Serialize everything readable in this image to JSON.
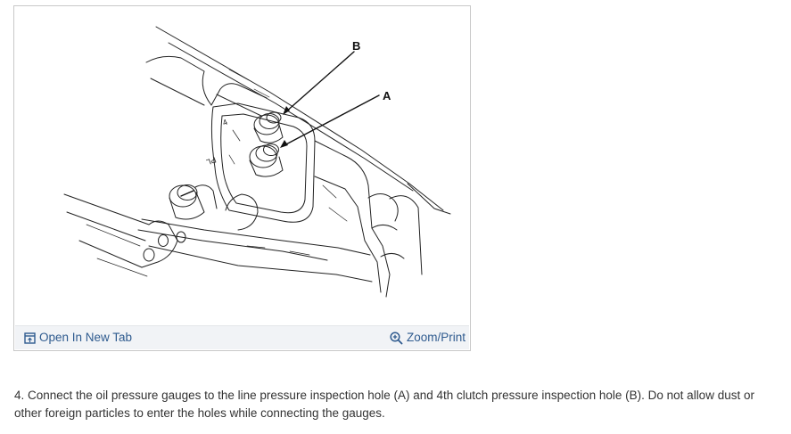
{
  "figure": {
    "callouts": {
      "a": "A",
      "b": "B"
    },
    "stamped_markings": {
      "upper": "4",
      "lower": "PL"
    },
    "footer": {
      "open_label": "Open In New Tab",
      "open_icon": "open-in-new-tab-icon",
      "zoom_label": "Zoom/Print",
      "zoom_icon": "zoom-in-icon"
    }
  },
  "instructions": {
    "step_text": "4. Connect the oil pressure gauges to the line pressure inspection hole (A) and 4th clutch pressure inspection hole (B). Do not allow dust or other foreign particles to enter the holes while connecting the gauges."
  },
  "colors": {
    "link": "#2f5b8f",
    "footer_background": "#f1f3f6",
    "card_border": "#c8c8c8",
    "body_text": "#333333"
  }
}
